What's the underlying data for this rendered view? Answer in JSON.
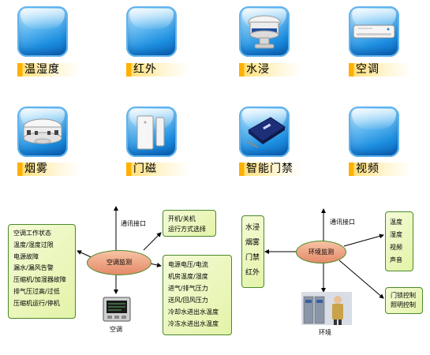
{
  "tiles": [
    {
      "label": "温湿度",
      "icon": "blank-tile-icon"
    },
    {
      "label": "红外",
      "icon": "blank-tile-icon"
    },
    {
      "label": "水浸",
      "icon": "water-sensor-icon"
    },
    {
      "label": "空调",
      "icon": "air-conditioner-icon"
    },
    {
      "label": "烟雾",
      "icon": "smoke-detector-icon"
    },
    {
      "label": "门磁",
      "icon": "door-magnet-icon"
    },
    {
      "label": "智能门禁",
      "icon": "access-controller-icon"
    },
    {
      "label": "视频",
      "icon": "blank-tile-icon"
    }
  ],
  "left_diagram": {
    "center": "空调监测",
    "port_label": "通讯接口",
    "status_box": [
      "空调工作状态",
      "温度/湿度过限",
      "电源故障",
      "漏水/漏风告警",
      "压缩机/加湿器故障",
      "排气压过高/过低",
      "压缩机运行/停机"
    ],
    "control_box": [
      "开机/关机",
      "运行方式选择"
    ],
    "params_box": [
      "电源电压/电流",
      "机房温度/湿度",
      "进气/排气压力",
      "送风/回风压力",
      "冷却水进出水温度",
      "冷冻水进出水温度"
    ],
    "device_label": "空调",
    "device_icon": "ac-controller-panel-icon"
  },
  "right_diagram": {
    "center": "环境监测",
    "port_label": "通讯接口",
    "sensor_box": [
      "水浸",
      "烟雾",
      "门禁",
      "红外"
    ],
    "output_box": [
      "温度",
      "湿度",
      "视频",
      "声音"
    ],
    "control_box": [
      "门锁控制",
      "照明控制"
    ],
    "device_label": "环境",
    "device_icon": "server-room-person-icon"
  },
  "colors": {
    "tile_blue": "#1e8fe0",
    "label_orange": "#ffb000",
    "box_fill": "#e3f3a8",
    "box_border": "#4a8a2a",
    "ellipse_fill": "#e48a68"
  }
}
